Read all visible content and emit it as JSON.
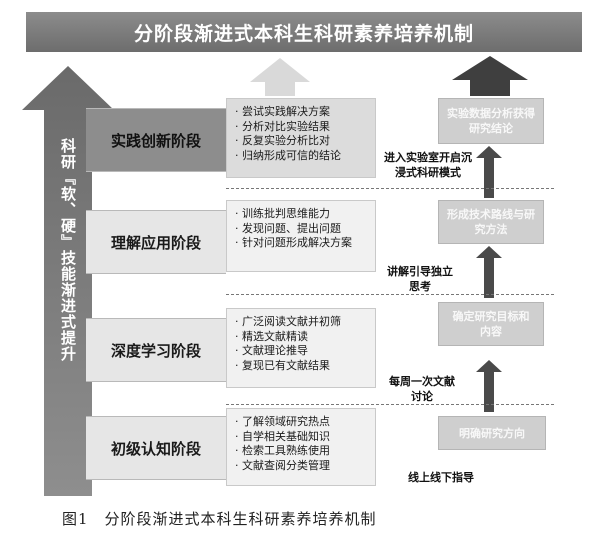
{
  "title": "分阶段渐进式本科生科研素养培养机制",
  "vertical_label": "科研『软、硬』技能渐进式提升",
  "stages": [
    {
      "label": "实践创新阶段",
      "items": [
        "尝试实践解决方案",
        "分析对比实验结果",
        "反复实验分析比对",
        "归纳形成可信的结论"
      ]
    },
    {
      "label": "理解应用阶段",
      "items": [
        "训练批判思维能力",
        "发现问题、提出问题",
        "针对问题形成解决方案"
      ]
    },
    {
      "label": "深度学习阶段",
      "items": [
        "广泛阅读文献并初筛",
        "精选文献精读",
        "文献理论推导",
        "复现已有文献结果"
      ]
    },
    {
      "label": "初级认知阶段",
      "items": [
        "了解领域研究热点",
        "自学相关基础知识",
        "检索工具熟练使用",
        "文献查阅分类管理"
      ]
    }
  ],
  "right_boxes": [
    "实验数据分析获得研究结论",
    "形成技术路线与研究方法",
    "确定研究目标和内容",
    "明确研究方向"
  ],
  "transition_notes": [
    "进入实验室开启沉浸式科研模式",
    "讲解引导独立思考",
    "每周一次文献讨论",
    "线上线下指导"
  ],
  "caption": "图1　分阶段渐进式本科生科研素养培养机制"
}
